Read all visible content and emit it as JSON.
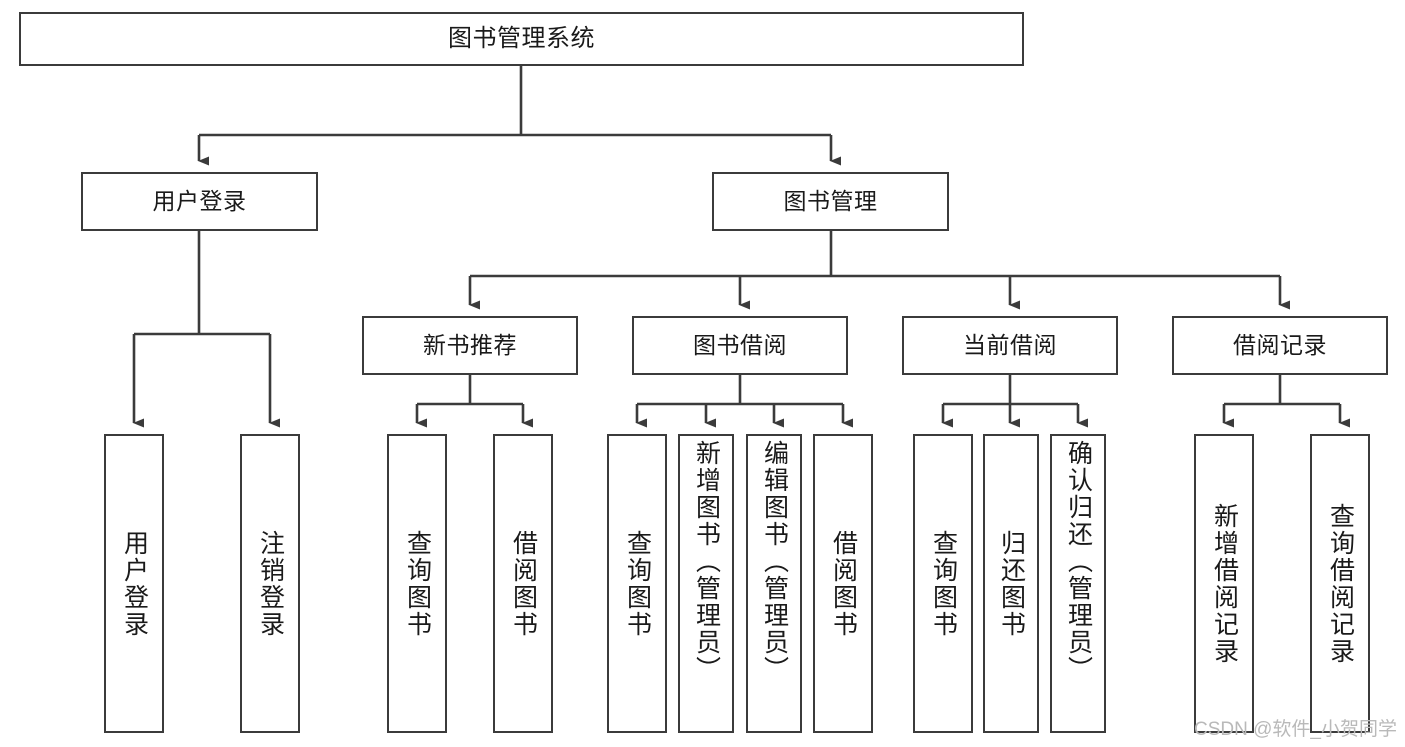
{
  "diagram": {
    "type": "tree",
    "title": "图书管理系统",
    "orientation": "top-down",
    "colors": {
      "box_border": "#3b3b3b",
      "box_fill": "#ffffff",
      "connector": "#3b3b3b",
      "text": "#1a1a1a",
      "watermark": "#b9b9b9"
    },
    "nodes": {
      "root": {
        "label": "图书管理系统"
      },
      "level2": [
        {
          "label": "用户登录"
        },
        {
          "label": "图书管理"
        }
      ],
      "level3": [
        {
          "label": "新书推荐"
        },
        {
          "label": "图书借阅"
        },
        {
          "label": "当前借阅"
        },
        {
          "label": "借阅记录"
        }
      ],
      "leaves": {
        "user_login": [
          {
            "label": "用户登录"
          },
          {
            "label": "注销登录"
          }
        ],
        "new_book_recommend": [
          {
            "label": "查询图书"
          },
          {
            "label": "借阅图书"
          }
        ],
        "book_borrow": [
          {
            "label": "查询图书"
          },
          {
            "label": "新增图书（管理员）"
          },
          {
            "label": "编辑图书（管理员）"
          },
          {
            "label": "借阅图书"
          }
        ],
        "current_borrow": [
          {
            "label": "查询图书"
          },
          {
            "label": "归还图书"
          },
          {
            "label": "确认归还（管理员）"
          }
        ],
        "borrow_record": [
          {
            "label": "新增借阅记录"
          },
          {
            "label": "查询借阅记录"
          }
        ]
      }
    }
  },
  "watermark": {
    "text": "CSDN @软件_小贺同学"
  }
}
